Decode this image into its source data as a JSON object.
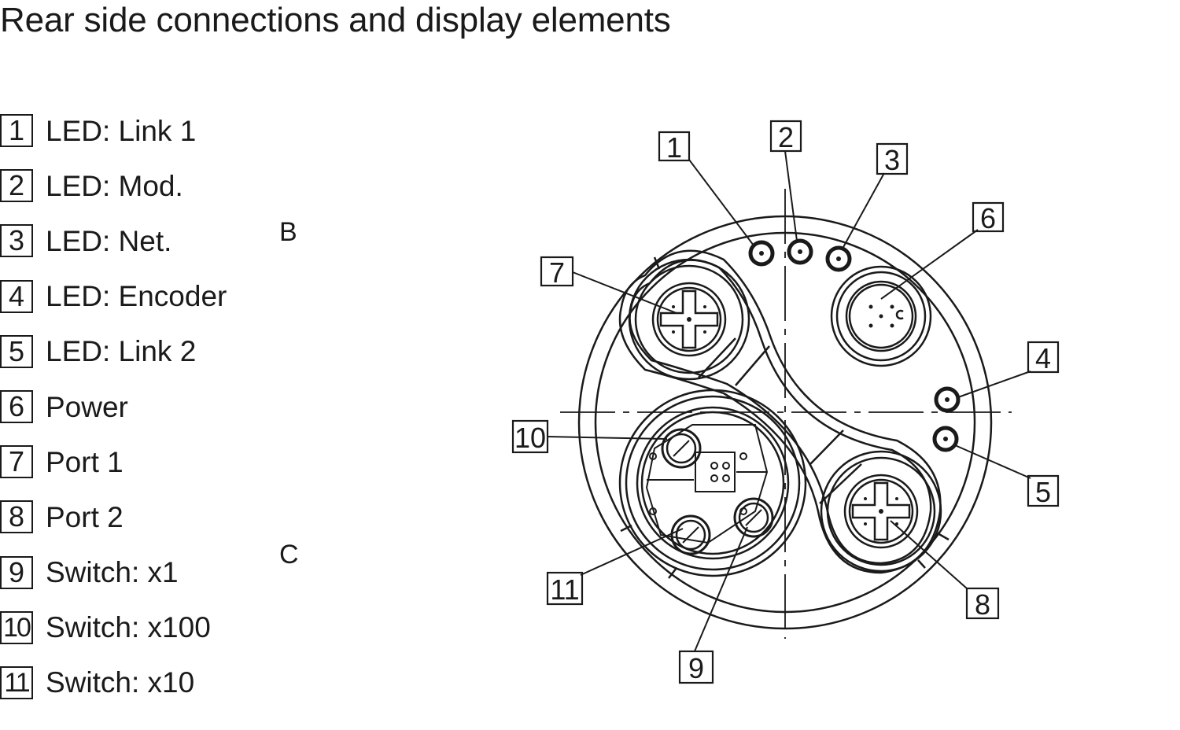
{
  "title": "Rear side connections and display elements",
  "legend": [
    {
      "num": "1",
      "label": "LED: Link 1"
    },
    {
      "num": "2",
      "label": "LED: Mod."
    },
    {
      "num": "3",
      "label": "LED: Net."
    },
    {
      "num": "4",
      "label": "LED: Encoder"
    },
    {
      "num": "5",
      "label": "LED: Link 2"
    },
    {
      "num": "6",
      "label": "Power"
    },
    {
      "num": "7",
      "label": "Port 1"
    },
    {
      "num": "8",
      "label": "Port 2"
    },
    {
      "num": "9",
      "label": "Switch: x1"
    },
    {
      "num": "10",
      "label": "Switch: x100"
    },
    {
      "num": "11",
      "label": "Switch: x10"
    }
  ],
  "side_labels": {
    "b": "B",
    "c": "C"
  },
  "callouts": {
    "c1": "1",
    "c2": "2",
    "c3": "3",
    "c4": "4",
    "c5": "5",
    "c6": "6",
    "c7": "7",
    "c8": "8",
    "c9": "9",
    "c10": "10",
    "c11": "11"
  },
  "line_color": "#1a1a1a"
}
